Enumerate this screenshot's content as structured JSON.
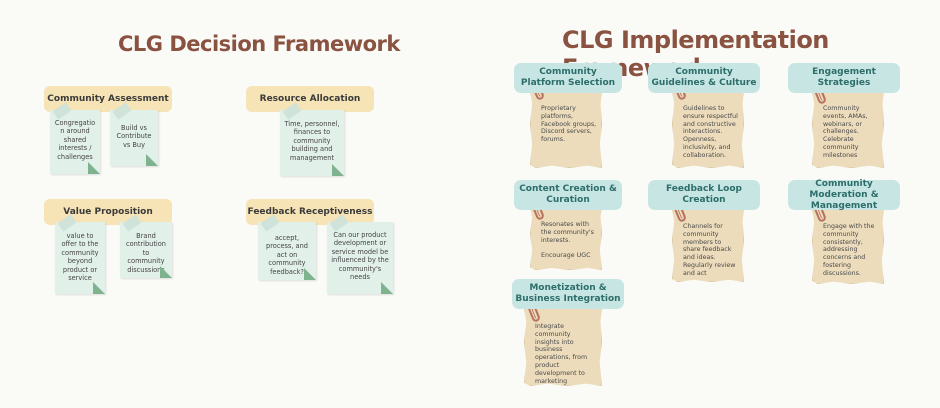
{
  "decision": {
    "title": "CLG Decision Framework",
    "community_assessment": {
      "label": "Community Assessment",
      "notes": [
        "Congregatio n around shared interests / challenges",
        "Build vs Contribute vs Buy"
      ]
    },
    "resource_allocation": {
      "label": "Resource Allocation",
      "notes": [
        "Time, personnel, finances to community building and management"
      ]
    },
    "value_proposition": {
      "label": "Value Proposition",
      "notes": [
        "value to offer to the community beyond product or service",
        "Brand contribution to community discussions"
      ]
    },
    "feedback_receptiveness": {
      "label": "Feedback Receptiveness",
      "notes": [
        "accept, process, and act on community feedback?",
        "Can our product development or service model be influenced by the community's needs"
      ]
    }
  },
  "implementation": {
    "title": "CLG Implementation Framework",
    "items": [
      {
        "label": "Community Platform Selection",
        "text": "Proprietary platforms, Facebook groups, Discord servers, forums."
      },
      {
        "label": "Community Guidelines & Culture",
        "text": "Guidelines to ensure respectful and constructive interactions. Openness, inclusivity, and collaboration."
      },
      {
        "label": "Engagement Strategies",
        "text": "Community events, AMAs, webinars, or challenges. Celebrate community milestones"
      },
      {
        "label": "Content Creation & Curation",
        "text": "Resonates with the community's interests.\n\nEncourage UGC"
      },
      {
        "label": "Feedback Loop Creation",
        "text": "Channels for community members to share feedback and ideas. Regularly review and act"
      },
      {
        "label": "Community Moderation & Management",
        "text": "Engage with the community consistently, addressing concerns and fostering discussions."
      },
      {
        "label": "Monetization & Business Integration",
        "text": "Integrate community insights into business operations, from product development to marketing strategies."
      }
    ]
  }
}
